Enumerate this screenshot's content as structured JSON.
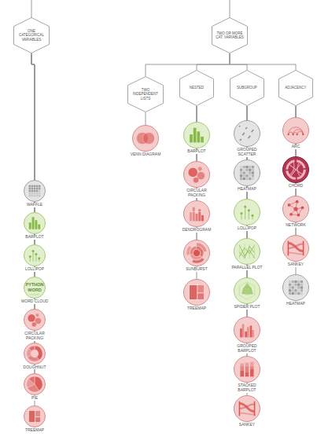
{
  "diagram": {
    "nodes": [
      {
        "text": [
          "ONE CATEGORICAL VARIABLES"
        ]
      },
      {
        "text": [
          "TWO OR MORE CAT. VARIABLES"
        ]
      },
      {
        "text": [
          "TWO INDEPENDENT LISTS"
        ]
      },
      {
        "text": [
          "NESTED"
        ]
      },
      {
        "text": [
          "SUBGROUP"
        ]
      },
      {
        "text": [
          "ADJACENCY"
        ]
      },
      {
        "text": [
          "WAFFLE"
        ]
      },
      {
        "text": [
          "BARPLOT"
        ]
      },
      {
        "text": [
          "LOLLIPOP"
        ]
      },
      {
        "text": [
          "WORD CLOUD"
        ]
      },
      {
        "text": [
          "CIRCULAR PACKING"
        ]
      },
      {
        "text": [
          "DOUGHNUT"
        ]
      },
      {
        "text": [
          "PIE"
        ]
      },
      {
        "text": [
          "TREEMAP"
        ]
      },
      {
        "text": [
          "VENN DIAGRAM"
        ]
      },
      {
        "text": [
          "BARPLOT"
        ]
      },
      {
        "text": [
          "CIRCULAR PACKING"
        ]
      },
      {
        "text": [
          "DENDROGRAM"
        ]
      },
      {
        "text": [
          "SUNBURST"
        ]
      },
      {
        "text": [
          "TREEMAP"
        ]
      },
      {
        "text": [
          "GROUPED SCATTER"
        ]
      },
      {
        "text": [
          "HEATMAP"
        ]
      },
      {
        "text": [
          "LOLLIPOP"
        ]
      },
      {
        "text": [
          "PARALLEL PLOT"
        ]
      },
      {
        "text": [
          "SPIDER PLOT"
        ]
      },
      {
        "text": [
          "GROUPED BARPLOT"
        ]
      },
      {
        "text": [
          "STACKED BARPLOT"
        ]
      },
      {
        "text": [
          "SANKEY"
        ]
      },
      {
        "text": [
          "ARC"
        ]
      },
      {
        "text": [
          "CHORD"
        ]
      },
      {
        "text": [
          "NETWORK"
        ]
      },
      {
        "text": [
          "SANKEY"
        ]
      },
      {
        "text": [
          "HEATMAP"
        ]
      }
    ],
    "edges": [
      {
        "from": 0,
        "to": 6,
        "arrow": "none"
      },
      {
        "from": 0,
        "to": 7,
        "arrow": "none"
      },
      {
        "from": 0,
        "to": 8,
        "arrow": "none"
      },
      {
        "from": 0,
        "to": 9,
        "arrow": "none"
      },
      {
        "from": 0,
        "to": 10,
        "arrow": "none"
      },
      {
        "from": 0,
        "to": 11,
        "arrow": "none"
      },
      {
        "from": 0,
        "to": 12,
        "arrow": "none"
      },
      {
        "from": 0,
        "to": 13,
        "arrow": "none"
      },
      {
        "from": 1,
        "to": 2,
        "arrow": "none"
      },
      {
        "from": 1,
        "to": 3,
        "arrow": "none"
      },
      {
        "from": 1,
        "to": 4,
        "arrow": "none"
      },
      {
        "from": 1,
        "to": 5,
        "arrow": "none"
      },
      {
        "from": 2,
        "to": 14,
        "arrow": "none"
      },
      {
        "from": 3,
        "to": 15,
        "arrow": "none"
      },
      {
        "from": 3,
        "to": 16,
        "arrow": "none"
      },
      {
        "from": 3,
        "to": 17,
        "arrow": "none"
      },
      {
        "from": 3,
        "to": 18,
        "arrow": "none"
      },
      {
        "from": 3,
        "to": 19,
        "arrow": "none"
      },
      {
        "from": 4,
        "to": 20,
        "arrow": "none"
      },
      {
        "from": 4,
        "to": 21,
        "arrow": "none"
      },
      {
        "from": 4,
        "to": 22,
        "arrow": "none"
      },
      {
        "from": 4,
        "to": 23,
        "arrow": "none"
      },
      {
        "from": 4,
        "to": 24,
        "arrow": "none"
      },
      {
        "from": 4,
        "to": 25,
        "arrow": "none"
      },
      {
        "from": 4,
        "to": 26,
        "arrow": "none"
      },
      {
        "from": 4,
        "to": 27,
        "arrow": "none"
      },
      {
        "from": 5,
        "to": 28,
        "arrow": "none"
      },
      {
        "from": 5,
        "to": 29,
        "arrow": "none"
      },
      {
        "from": 5,
        "to": 30,
        "arrow": "none"
      },
      {
        "from": 5,
        "to": 31,
        "arrow": "none"
      },
      {
        "from": 5,
        "to": 32,
        "arrow": "none"
      }
    ],
    "labels": [
      "PYTHON",
      "WORD"
    ]
  }
}
